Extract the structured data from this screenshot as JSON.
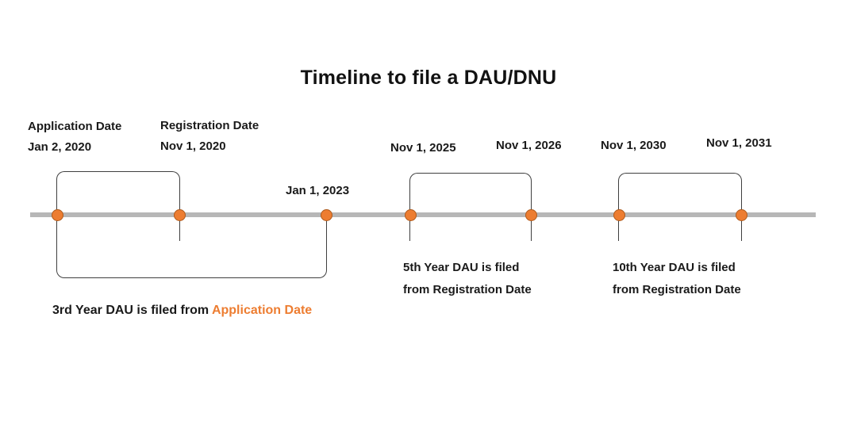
{
  "title": "Timeline to file a DAU/DNU",
  "milestones": [
    {
      "name": "Application Date",
      "date": "Jan 2, 2020"
    },
    {
      "name": "Registration Date",
      "date": "Nov 1, 2020"
    },
    {
      "date": "Jan 1, 2023"
    },
    {
      "date": "Nov 1, 2025"
    },
    {
      "date": "Nov 1, 2026"
    },
    {
      "date": "Nov 1, 2030"
    },
    {
      "date": "Nov 1, 2031"
    }
  ],
  "annotations": {
    "third_year_prefix": "3rd Year DAU is filed from ",
    "third_year_highlight": "Application Date",
    "fifth_year_line1": "5th Year DAU is filed",
    "fifth_year_line2": "from Registration Date",
    "tenth_year_line1": "10th Year DAU is filed",
    "tenth_year_line2": "from Registration Date"
  },
  "colors": {
    "accent_orange": "#ED7D31",
    "timeline_gray": "#b7b7b7",
    "bracket_line": "#3f3f3f",
    "text": "#1a1a1a"
  }
}
